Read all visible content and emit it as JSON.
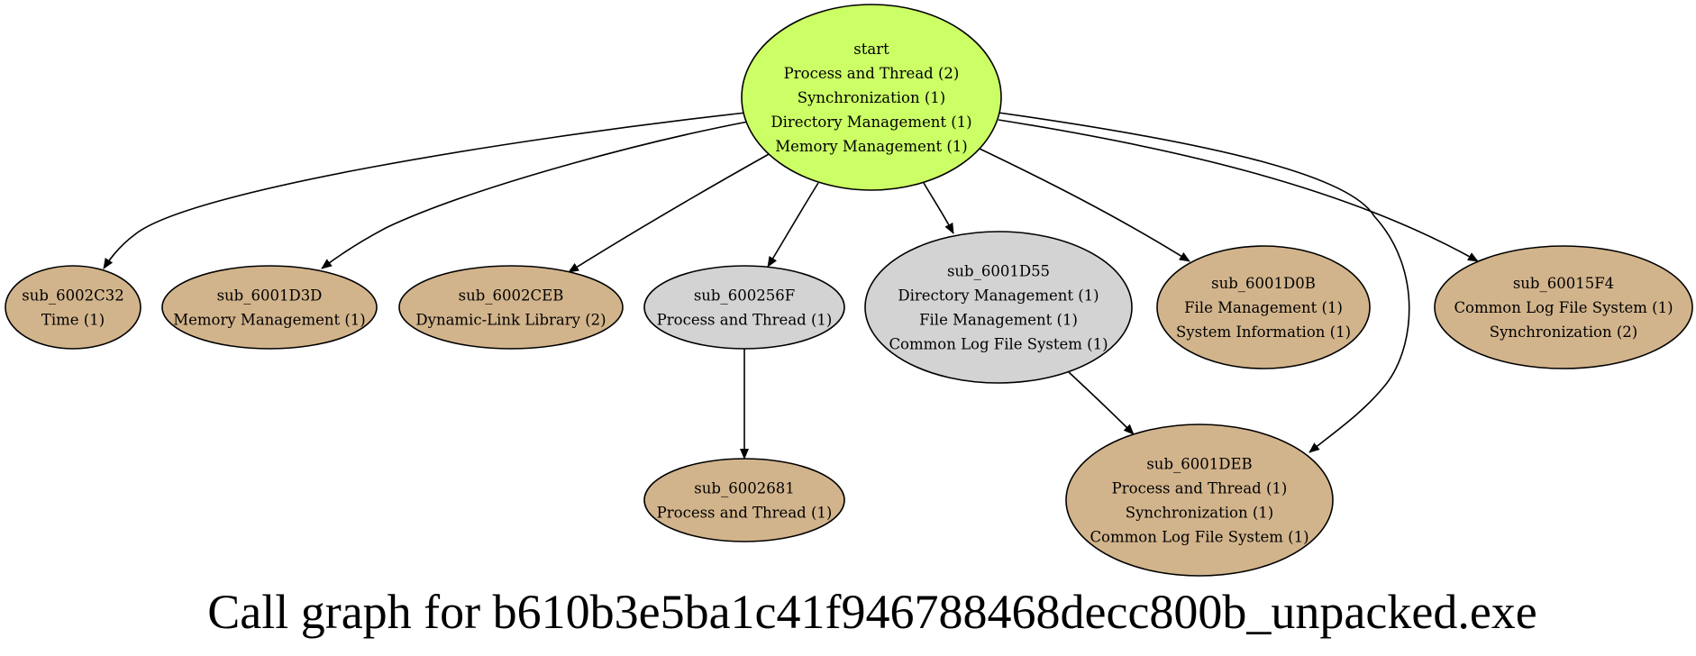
{
  "colors": {
    "root": "#ccff66",
    "internal": "#d3d3d3",
    "leaf": "#d2b48c",
    "edge": "#000000"
  },
  "caption": "Call graph for b610b3e5ba1c41f946788468decc800b_unpacked.exe",
  "nodes": [
    {
      "id": "start",
      "kind": "root",
      "lines": [
        "start",
        "Process and Thread (2)",
        "Synchronization (1)",
        "Directory Management (1)",
        "Memory Management (1)"
      ]
    },
    {
      "id": "sub_6002C32",
      "kind": "leaf",
      "lines": [
        "sub_6002C32",
        "Time (1)"
      ]
    },
    {
      "id": "sub_6001D3D",
      "kind": "leaf",
      "lines": [
        "sub_6001D3D",
        "Memory Management (1)"
      ]
    },
    {
      "id": "sub_6002CEB",
      "kind": "leaf",
      "lines": [
        "sub_6002CEB",
        "Dynamic-Link Library (2)"
      ]
    },
    {
      "id": "sub_600256F",
      "kind": "internal",
      "lines": [
        "sub_600256F",
        "Process and Thread (1)"
      ]
    },
    {
      "id": "sub_6001D55",
      "kind": "internal",
      "lines": [
        "sub_6001D55",
        "Directory Management (1)",
        "File Management (1)",
        "Common Log File System (1)"
      ]
    },
    {
      "id": "sub_6001D0B",
      "kind": "leaf",
      "lines": [
        "sub_6001D0B",
        "File Management (1)",
        "System Information (1)"
      ]
    },
    {
      "id": "sub_60015F4",
      "kind": "leaf",
      "lines": [
        "sub_60015F4",
        "Common Log File System (1)",
        "Synchronization (2)"
      ]
    },
    {
      "id": "sub_6002681",
      "kind": "leaf",
      "lines": [
        "sub_6002681",
        "Process and Thread (1)"
      ]
    },
    {
      "id": "sub_6001DEB",
      "kind": "leaf",
      "lines": [
        "sub_6001DEB",
        "Process and Thread (1)",
        "Synchronization (1)",
        "Common Log File System (1)"
      ]
    }
  ],
  "edges": [
    {
      "from": "start",
      "to": "sub_6002C32"
    },
    {
      "from": "start",
      "to": "sub_6001D3D"
    },
    {
      "from": "start",
      "to": "sub_6002CEB"
    },
    {
      "from": "start",
      "to": "sub_600256F"
    },
    {
      "from": "start",
      "to": "sub_6001D55"
    },
    {
      "from": "start",
      "to": "sub_6001D0B"
    },
    {
      "from": "start",
      "to": "sub_60015F4"
    },
    {
      "from": "start",
      "to": "sub_6001DEB"
    },
    {
      "from": "sub_600256F",
      "to": "sub_6002681"
    },
    {
      "from": "sub_6001D55",
      "to": "sub_6001DEB"
    }
  ]
}
